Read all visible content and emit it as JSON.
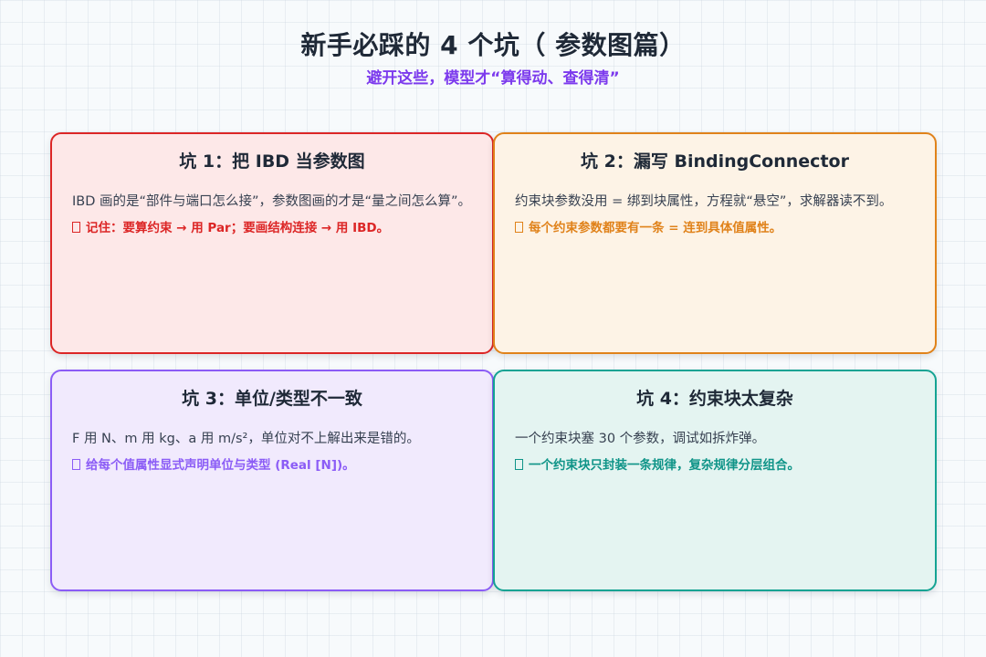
{
  "header": {
    "title": "新手必踩的 4 个坑（  参数图篇）",
    "subtitle": "避开这些，模型才“算得动、查得清”"
  },
  "cards": [
    {
      "title": "坑 1：把 IBD 当参数图",
      "body": "IBD 画的是“部件与端口怎么接”，参数图画的才是“量之间怎么算”。",
      "tip_icon": "box-icon",
      "tip": "记住：要算约束 → 用 Par；要画结构连接 → 用 IBD。",
      "border_color": "#dc2626",
      "background_color": "#fde8e8"
    },
    {
      "title": "坑 2：漏写 BindingConnector",
      "body": "约束块参数没用 = 绑到块属性，方程就“悬空”，求解器读不到。",
      "tip_icon": "box-icon",
      "tip": "每个约束参数都要有一条 = 连到具体值属性。",
      "border_color": "#e0821a",
      "background_color": "#fdf3e6"
    },
    {
      "title": "坑 3：单位/类型不一致",
      "body": "F 用 N、m 用 kg、a 用 m/s²，单位对不上解出来是错的。",
      "tip_icon": "box-icon",
      "tip": "给每个值属性显式声明单位与类型 (Real [N])。",
      "border_color": "#8b5cf6",
      "background_color": "#f1eafd"
    },
    {
      "title": "坑 4：约束块太复杂",
      "body": "一个约束块塞 30 个参数，调试如拆炸弹。",
      "tip_icon": "box-icon",
      "tip": "一个约束块只封装一条规律，复杂规律分层组合。",
      "border_color": "#14a393",
      "background_color": "#e4f4f1"
    }
  ]
}
